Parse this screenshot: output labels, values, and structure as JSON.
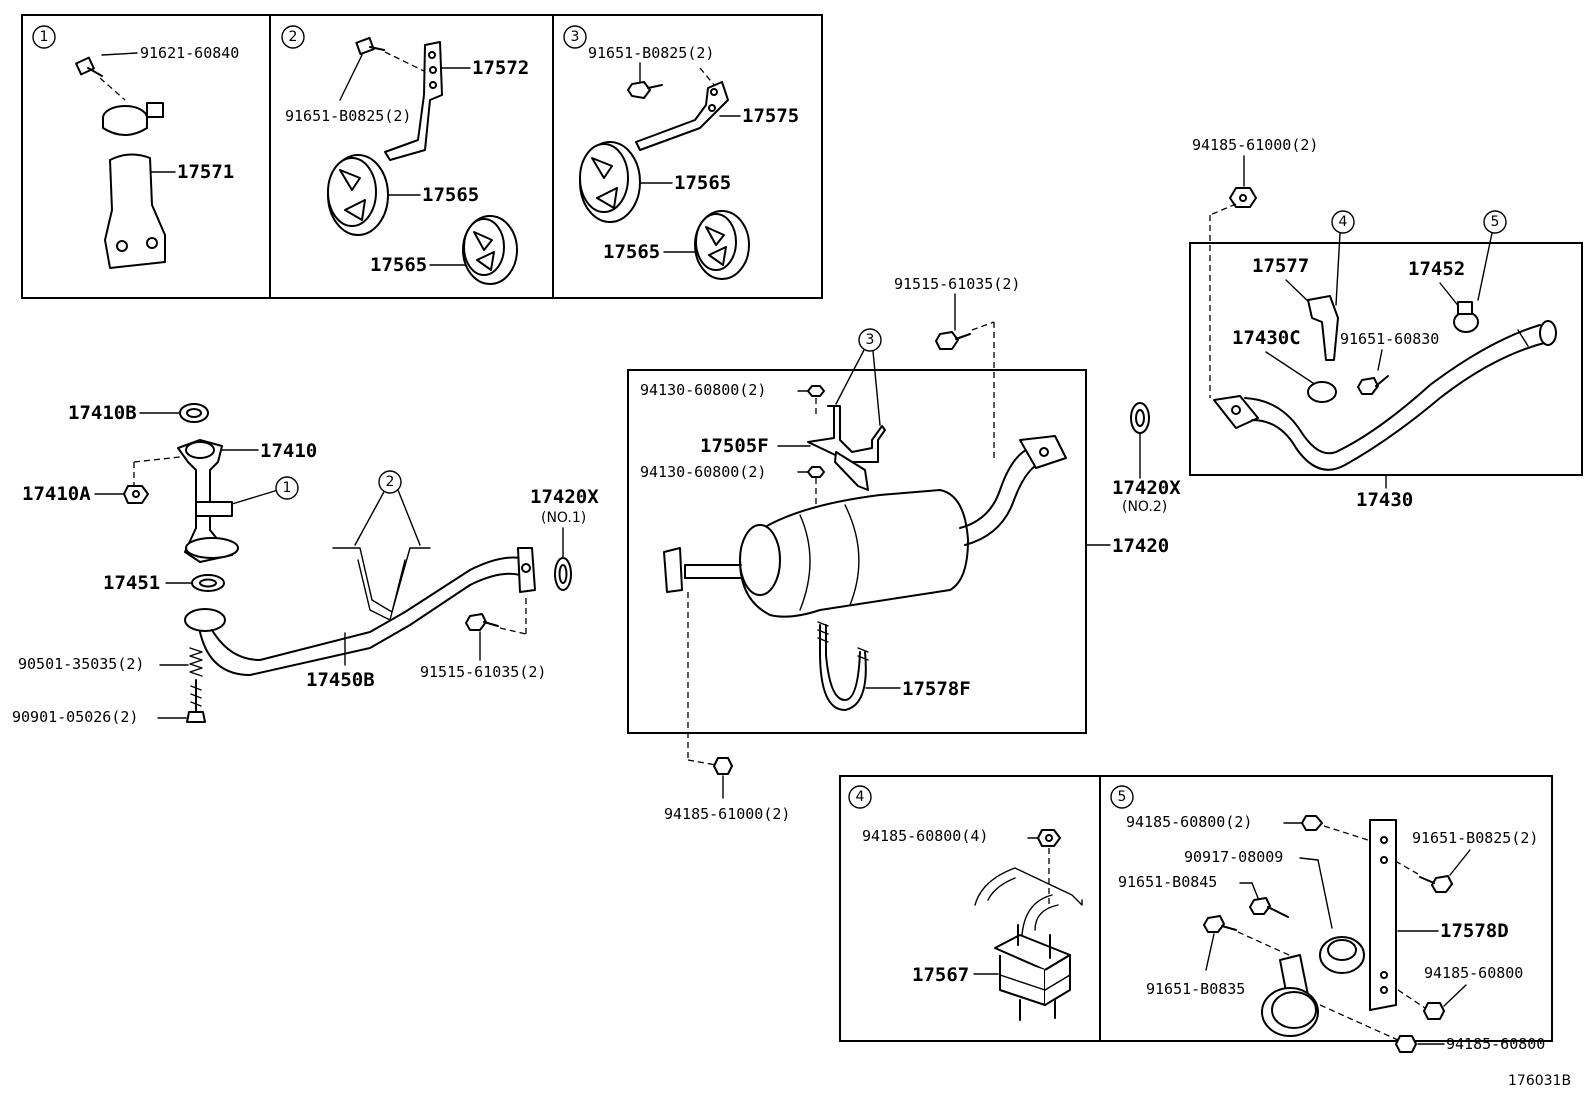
{
  "diagram_id": "176031B",
  "callout_markers": [
    "1",
    "2",
    "3",
    "4",
    "5"
  ],
  "detail_1": {
    "marker": "1",
    "parts": [
      "91621-60840",
      "17571"
    ]
  },
  "detail_2": {
    "marker": "2",
    "parts": [
      "91651-B0825(2)",
      "17572",
      "17565",
      "17565"
    ]
  },
  "detail_3": {
    "marker": "3",
    "parts": [
      "91651-B0825(2)",
      "17575",
      "17565",
      "17565"
    ]
  },
  "detail_4": {
    "marker": "4",
    "parts": [
      "94185-60800(4)",
      "17567"
    ]
  },
  "detail_5": {
    "marker": "5",
    "parts": [
      "94185-60800(2)",
      "91651-B0825(2)",
      "90917-08009",
      "91651-B0845",
      "17578D",
      "91651-B0835",
      "94185-60800",
      "94185-60800"
    ]
  },
  "front_pipe": {
    "parts": [
      "17410B",
      "17410",
      "17410A",
      "17451",
      "90501-35035(2)",
      "90901-05026(2)",
      "17450B",
      "91515-61035(2)"
    ]
  },
  "gasket_1": {
    "part": "17420X",
    "note": "(NO.1)"
  },
  "gasket_2": {
    "part": "17420X",
    "note": "(NO.2)"
  },
  "muffler_group": {
    "assembly": "17420",
    "parts": [
      "94130-60800(2)",
      "17505F",
      "94130-60800(2)",
      "91515-61035(2)",
      "17578F",
      "94185-61000(2)"
    ]
  },
  "tail_pipe_group": {
    "assembly": "17430",
    "parts": [
      "94185-61000(2)",
      "17577",
      "17452",
      "17430C",
      "91651-60830"
    ]
  }
}
